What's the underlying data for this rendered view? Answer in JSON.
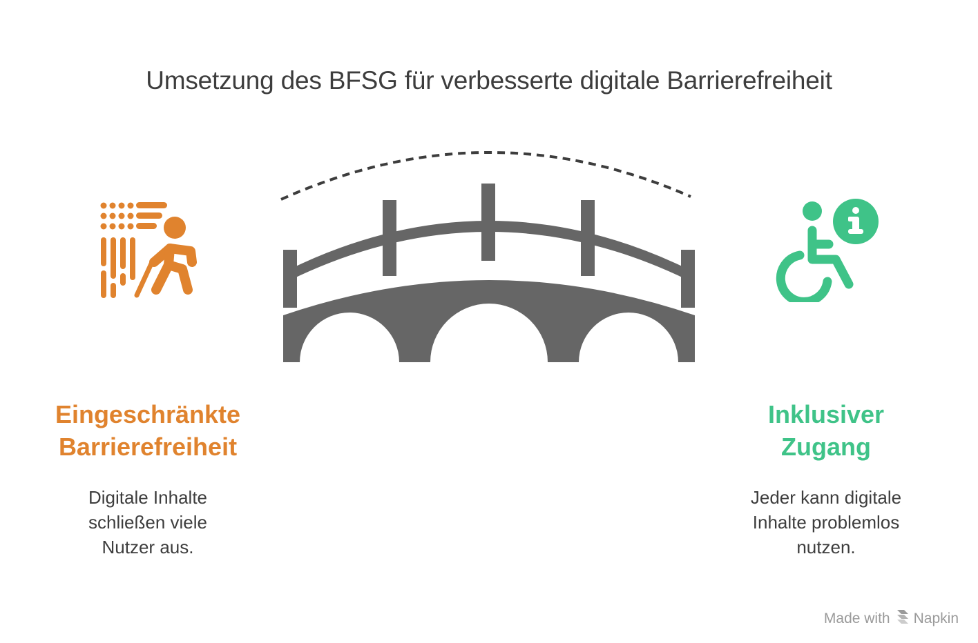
{
  "title": "Umsetzung des BFSG für verbesserte digitale Barrierefreiheit",
  "left": {
    "heading_lines": [
      "Eingeschränkte",
      "Barrierefreiheit"
    ],
    "description_lines": [
      "Digitale Inhalte",
      "schließen viele",
      "Nutzer aus."
    ],
    "color": "#e0832e",
    "icon": "blind-person-braille-icon"
  },
  "right": {
    "heading_lines": [
      "Inklusiver",
      "Zugang"
    ],
    "description_lines": [
      "Jeder kann digitale",
      "Inhalte problemlos",
      "nutzen."
    ],
    "color": "#3fc388",
    "icon": "wheelchair-info-icon"
  },
  "center": {
    "icon": "bridge-icon",
    "color": "#666666"
  },
  "watermark": {
    "made_with": "Made with",
    "brand": "Napkin"
  }
}
